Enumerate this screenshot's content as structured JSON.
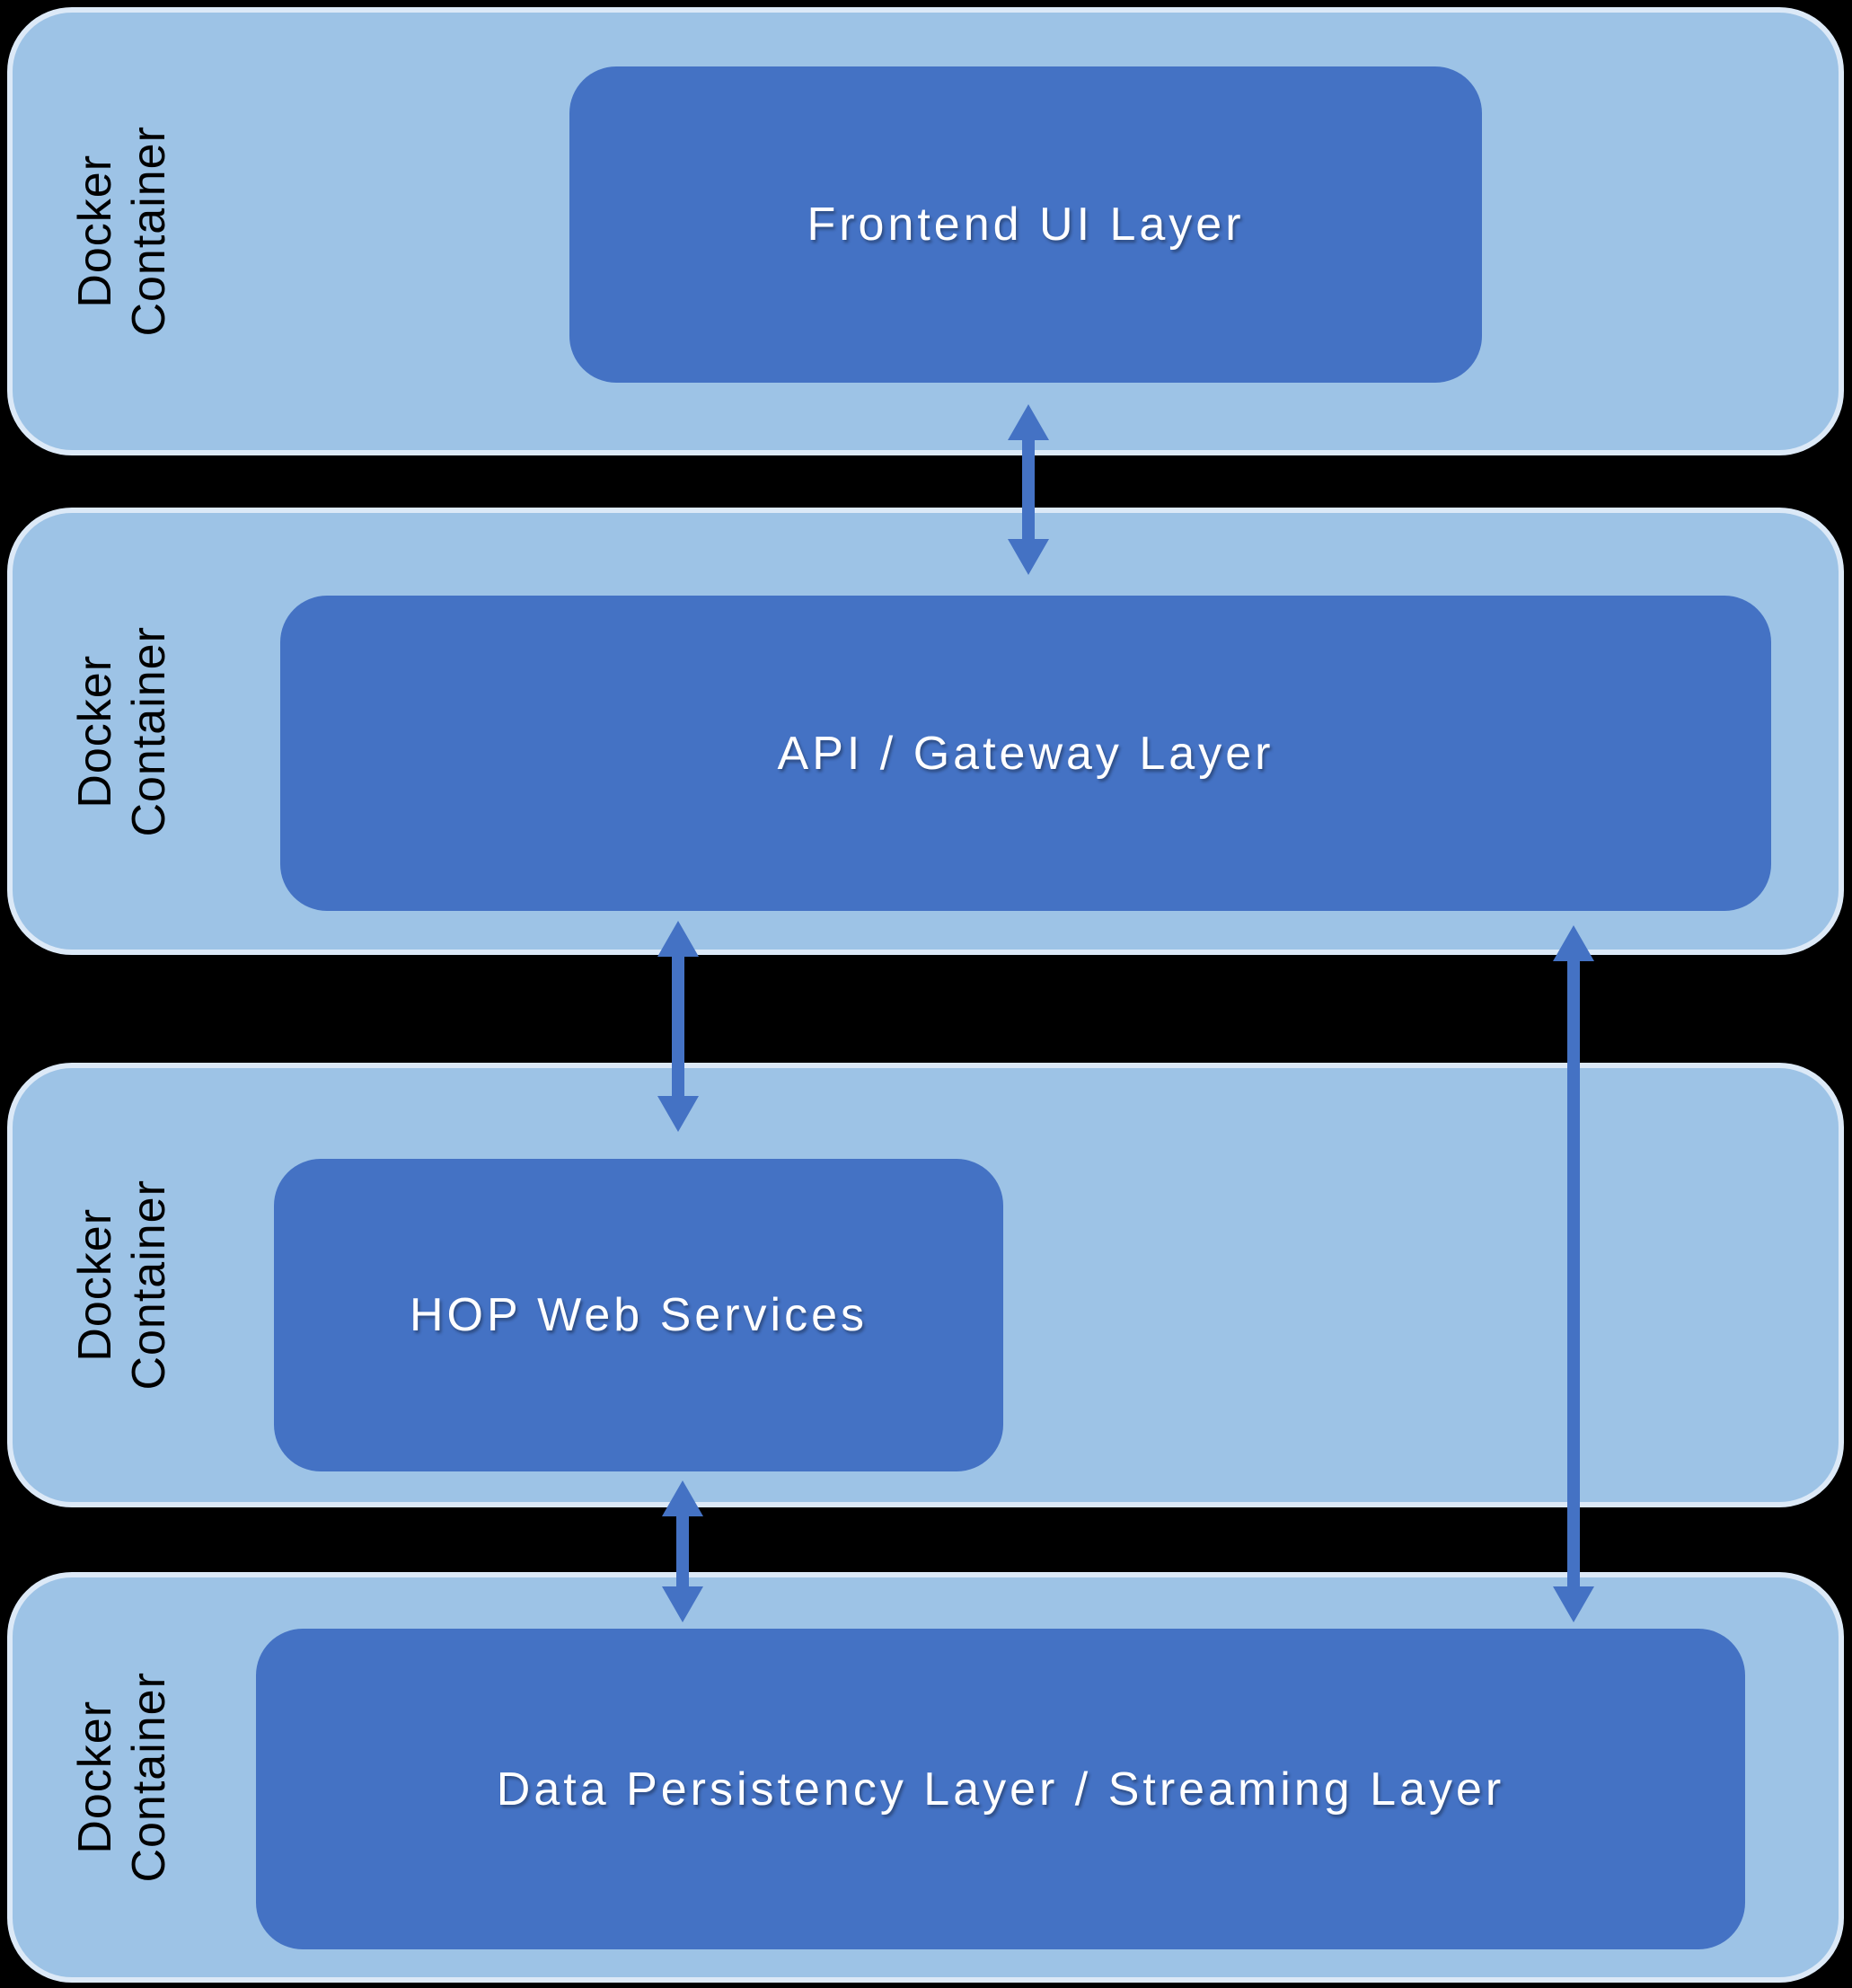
{
  "diagram": {
    "containers": [
      {
        "label": "Docker Container",
        "label_lines": [
          "Docker",
          "Container"
        ],
        "box": "Frontend UI Layer"
      },
      {
        "label": "Docker Container",
        "label_lines": [
          "Docker",
          "Container"
        ],
        "box": "API / Gateway Layer"
      },
      {
        "label": "Docker Container",
        "label_lines": [
          "Docker",
          "Container"
        ],
        "box": "HOP Web Services"
      },
      {
        "label": "Docker Container",
        "label_lines": [
          "Docker",
          "Container"
        ],
        "box": "Data Persistency Layer / Streaming Layer"
      }
    ],
    "connections": [
      {
        "from": "Frontend UI Layer",
        "to": "API / Gateway Layer",
        "bidirectional": true
      },
      {
        "from": "API / Gateway Layer",
        "to": "HOP Web Services",
        "bidirectional": true
      },
      {
        "from": "HOP Web Services",
        "to": "Data Persistency Layer / Streaming Layer",
        "bidirectional": true
      },
      {
        "from": "API / Gateway Layer",
        "to": "Data Persistency Layer / Streaming Layer",
        "bidirectional": true
      }
    ],
    "colors": {
      "background": "#000000",
      "container_fill": "#9DC3E6",
      "container_border": "#DCE9F7",
      "box_fill": "#4472C4",
      "box_text": "#FFFFFF",
      "label_text": "#000000",
      "arrow": "#4472C4"
    }
  }
}
